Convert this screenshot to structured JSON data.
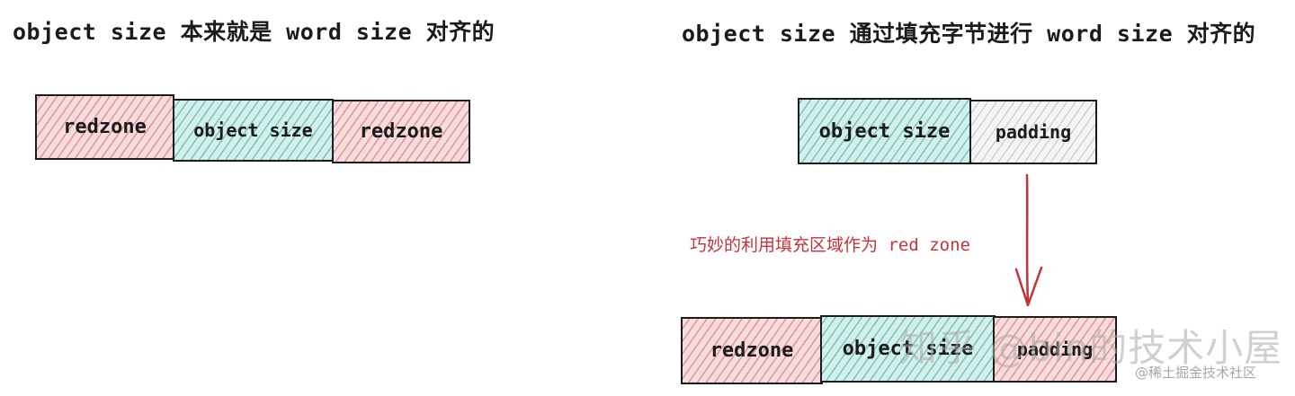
{
  "left": {
    "heading": "object size 本来就是 word size 对齐的",
    "boxes": [
      "redzone",
      "object size",
      "redzone"
    ]
  },
  "right": {
    "heading": "object size 通过填充字节进行 word size 对齐的",
    "top_boxes": [
      "object size",
      "padding"
    ],
    "annotation": "巧妙的利用填充区域作为 red zone",
    "bottom_boxes": [
      "redzone",
      "object size",
      "padding"
    ]
  },
  "watermark": {
    "main": "知乎 @bin的技术小屋",
    "sub": "@稀土掘金技术社区"
  },
  "colors": {
    "redzone_fill": "#f6dcdc",
    "redzone_hatch": "#d64c56",
    "object_fill": "#d3efec",
    "object_hatch": "#3aa59b",
    "padding_fill": "#f4f4f4",
    "annotation": "#c1343a",
    "outline": "#1c1c1c"
  }
}
